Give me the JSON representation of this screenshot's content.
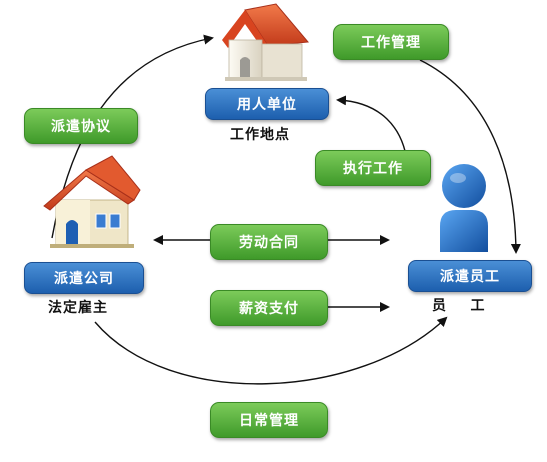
{
  "labels": {
    "work_management": "工作管理",
    "dispatch_agreement": "派遣协议",
    "execute_work": "执行工作",
    "labor_contract": "劳动合同",
    "salary_payment": "薪资支付",
    "daily_management": "日常管理"
  },
  "nodes": {
    "employer_unit": {
      "label": "用人单位",
      "caption": "工作地点"
    },
    "dispatch_company": {
      "label": "派遣公司",
      "caption": "法定雇主"
    },
    "dispatched_employee": {
      "label": "派遣员工",
      "caption": "员    工"
    }
  },
  "colors": {
    "green": "#4ea836",
    "blue": "#2a6cc0",
    "roof": "#e2552e",
    "wall": "#f6f1e6",
    "person": "#1f6fd1"
  }
}
